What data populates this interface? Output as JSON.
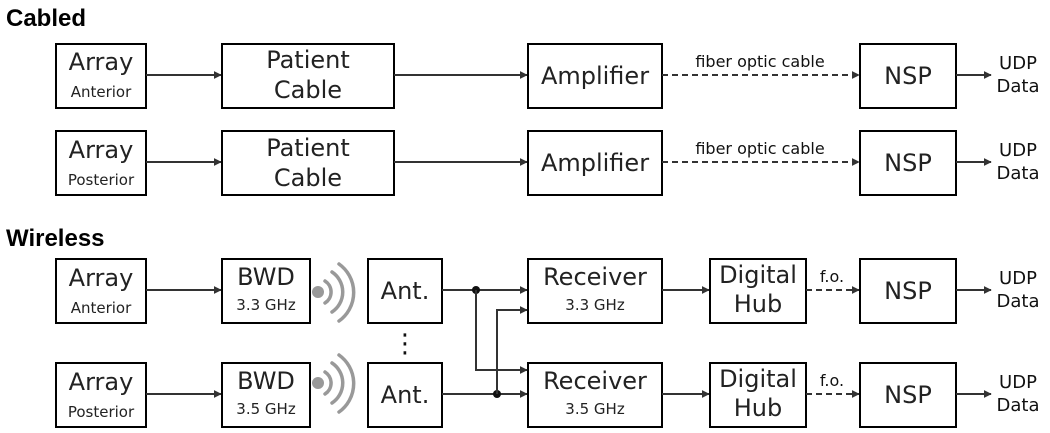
{
  "sections": {
    "cabled": "Cabled",
    "wireless": "Wireless"
  },
  "cabled_rows": [
    {
      "array": "Array",
      "array_sub": "Anterior",
      "cable_1": "Patient",
      "cable_2": "Cable",
      "amplifier": "Amplifier",
      "link": "fiber optic cable",
      "nsp": "NSP",
      "out_1": "UDP",
      "out_2": "Data"
    },
    {
      "array": "Array",
      "array_sub": "Posterior",
      "cable_1": "Patient",
      "cable_2": "Cable",
      "amplifier": "Amplifier",
      "link": "fiber optic cable",
      "nsp": "NSP",
      "out_1": "UDP",
      "out_2": "Data"
    }
  ],
  "wireless_rows": [
    {
      "array": "Array",
      "array_sub": "Anterior",
      "bwd": "BWD",
      "bwd_freq": "3.3 GHz",
      "ant": "Ant.",
      "receiver": "Receiver",
      "receiver_freq": "3.3 GHz",
      "hub_1": "Digital",
      "hub_2": "Hub",
      "link": "f.o.",
      "nsp": "NSP",
      "out_1": "UDP",
      "out_2": "Data"
    },
    {
      "array": "Array",
      "array_sub": "Posterior",
      "bwd": "BWD",
      "bwd_freq": "3.5 GHz",
      "ant": "Ant.",
      "receiver": "Receiver",
      "receiver_freq": "3.5 GHz",
      "hub_1": "Digital",
      "hub_2": "Hub",
      "link": "f.o.",
      "nsp": "NSP",
      "out_1": "UDP",
      "out_2": "Data"
    }
  ],
  "ellipsis": "⋮",
  "colors": {
    "box_stroke": "#000000",
    "line": "#333333",
    "signal_waves": "#999999"
  },
  "icons": {
    "signal": "wireless-signal-icon"
  }
}
